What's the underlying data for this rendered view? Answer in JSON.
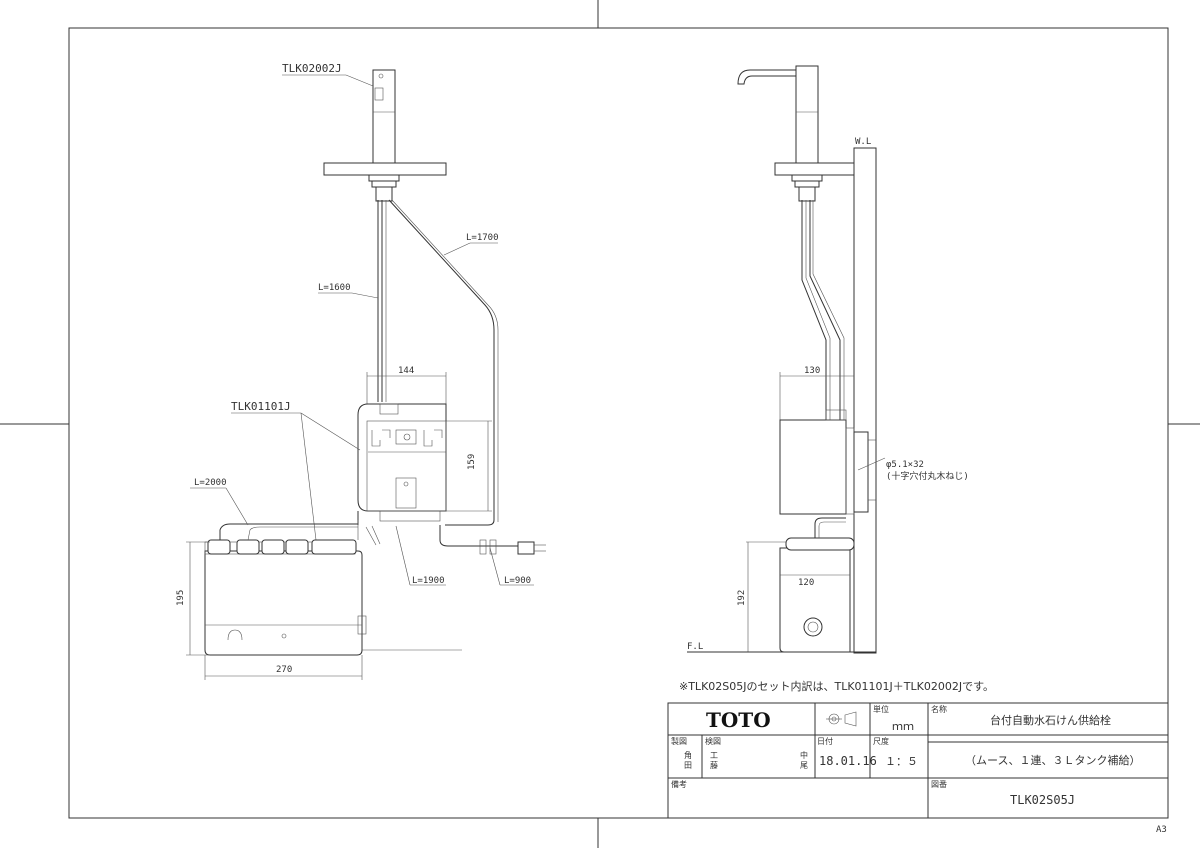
{
  "front_view": {
    "part_faucet": "TLK02002J",
    "part_pump": "TLK01101J",
    "len_1700": "L=1700",
    "len_1600": "L=1600",
    "len_2000": "L=2000",
    "len_1900": "L=1900",
    "len_900": "L=900",
    "dim_144": "144",
    "dim_159": "159",
    "dim_195": "195",
    "dim_270": "270"
  },
  "side_view": {
    "wl_label": "W.L",
    "fl_label": "F.L",
    "dim_130": "130",
    "dim_120": "120",
    "dim_192": "192",
    "screw_spec": "φ5.1×32",
    "screw_note": "(十字穴付丸木ねじ)"
  },
  "note": "※TLK02S05Jのセット内訳は、TLK01101J＋TLK02002Jです。",
  "title_block": {
    "brand": "TOTO",
    "unit_label": "単位",
    "unit_value": "ｍｍ",
    "name_label": "名称",
    "name_value": "台付自動水石けん供給栓",
    "name_sub": "（ムース、１連、３Ｌタンク補給）",
    "drawn_label": "製図",
    "drawn_by_1": "角",
    "drawn_by_2": "田",
    "checked_label": "検図",
    "checked_by_1": "工",
    "checked_by_2": "藤",
    "approved_by_1": "中",
    "approved_by_2": "尾",
    "date_label": "日付",
    "date_value": "18.01.16",
    "scale_label": "尺度",
    "scale_value": "１：５",
    "remarks_label": "備考",
    "drawing_no_label": "図番",
    "drawing_no_value": "TLK02S05J"
  },
  "sheet_size": "A3"
}
